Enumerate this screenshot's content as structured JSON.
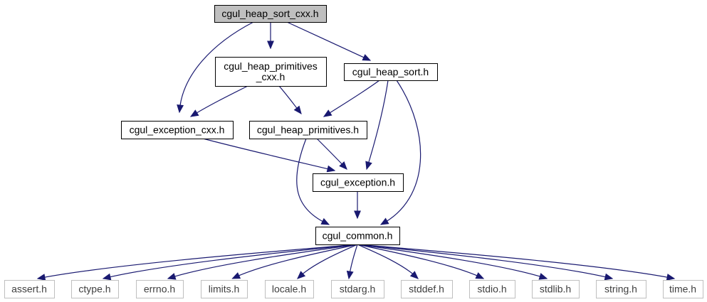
{
  "graph": {
    "nodes": [
      {
        "id": "root",
        "label": "cgul_heap_sort_cxx.h",
        "kind": "root"
      },
      {
        "id": "prim_cxx",
        "label": [
          "cgul_heap_primitives",
          "_cxx.h"
        ],
        "kind": "normal"
      },
      {
        "id": "heap_sort",
        "label": "cgul_heap_sort.h",
        "kind": "normal"
      },
      {
        "id": "exc_cxx",
        "label": "cgul_exception_cxx.h",
        "kind": "normal"
      },
      {
        "id": "prim",
        "label": "cgul_heap_primitives.h",
        "kind": "normal"
      },
      {
        "id": "exc",
        "label": "cgul_exception.h",
        "kind": "normal"
      },
      {
        "id": "common",
        "label": "cgul_common.h",
        "kind": "normal"
      },
      {
        "id": "assert",
        "label": "assert.h",
        "kind": "system"
      },
      {
        "id": "ctype",
        "label": "ctype.h",
        "kind": "system"
      },
      {
        "id": "errno",
        "label": "errno.h",
        "kind": "system"
      },
      {
        "id": "limits",
        "label": "limits.h",
        "kind": "system"
      },
      {
        "id": "locale",
        "label": "locale.h",
        "kind": "system"
      },
      {
        "id": "stdarg",
        "label": "stdarg.h",
        "kind": "system"
      },
      {
        "id": "stddef",
        "label": "stddef.h",
        "kind": "system"
      },
      {
        "id": "stdio",
        "label": "stdio.h",
        "kind": "system"
      },
      {
        "id": "stdlib",
        "label": "stdlib.h",
        "kind": "system"
      },
      {
        "id": "string",
        "label": "string.h",
        "kind": "system"
      },
      {
        "id": "time",
        "label": "time.h",
        "kind": "system"
      }
    ],
    "edges": [
      {
        "from": "root",
        "to": "prim_cxx"
      },
      {
        "from": "root",
        "to": "heap_sort"
      },
      {
        "from": "root",
        "to": "exc_cxx"
      },
      {
        "from": "prim_cxx",
        "to": "exc_cxx"
      },
      {
        "from": "prim_cxx",
        "to": "prim"
      },
      {
        "from": "heap_sort",
        "to": "prim"
      },
      {
        "from": "heap_sort",
        "to": "exc"
      },
      {
        "from": "heap_sort",
        "to": "common"
      },
      {
        "from": "exc_cxx",
        "to": "exc"
      },
      {
        "from": "prim",
        "to": "exc"
      },
      {
        "from": "prim",
        "to": "common"
      },
      {
        "from": "exc",
        "to": "common"
      },
      {
        "from": "common",
        "to": "assert"
      },
      {
        "from": "common",
        "to": "ctype"
      },
      {
        "from": "common",
        "to": "errno"
      },
      {
        "from": "common",
        "to": "limits"
      },
      {
        "from": "common",
        "to": "locale"
      },
      {
        "from": "common",
        "to": "stdarg"
      },
      {
        "from": "common",
        "to": "stddef"
      },
      {
        "from": "common",
        "to": "stdio"
      },
      {
        "from": "common",
        "to": "stdlib"
      },
      {
        "from": "common",
        "to": "string"
      },
      {
        "from": "common",
        "to": "time"
      }
    ]
  },
  "colors": {
    "edge": "#191970",
    "node_border": "#000000",
    "root_fill": "#bfbfbf",
    "system_border": "#bfbfbf",
    "system_text": "#404040"
  }
}
